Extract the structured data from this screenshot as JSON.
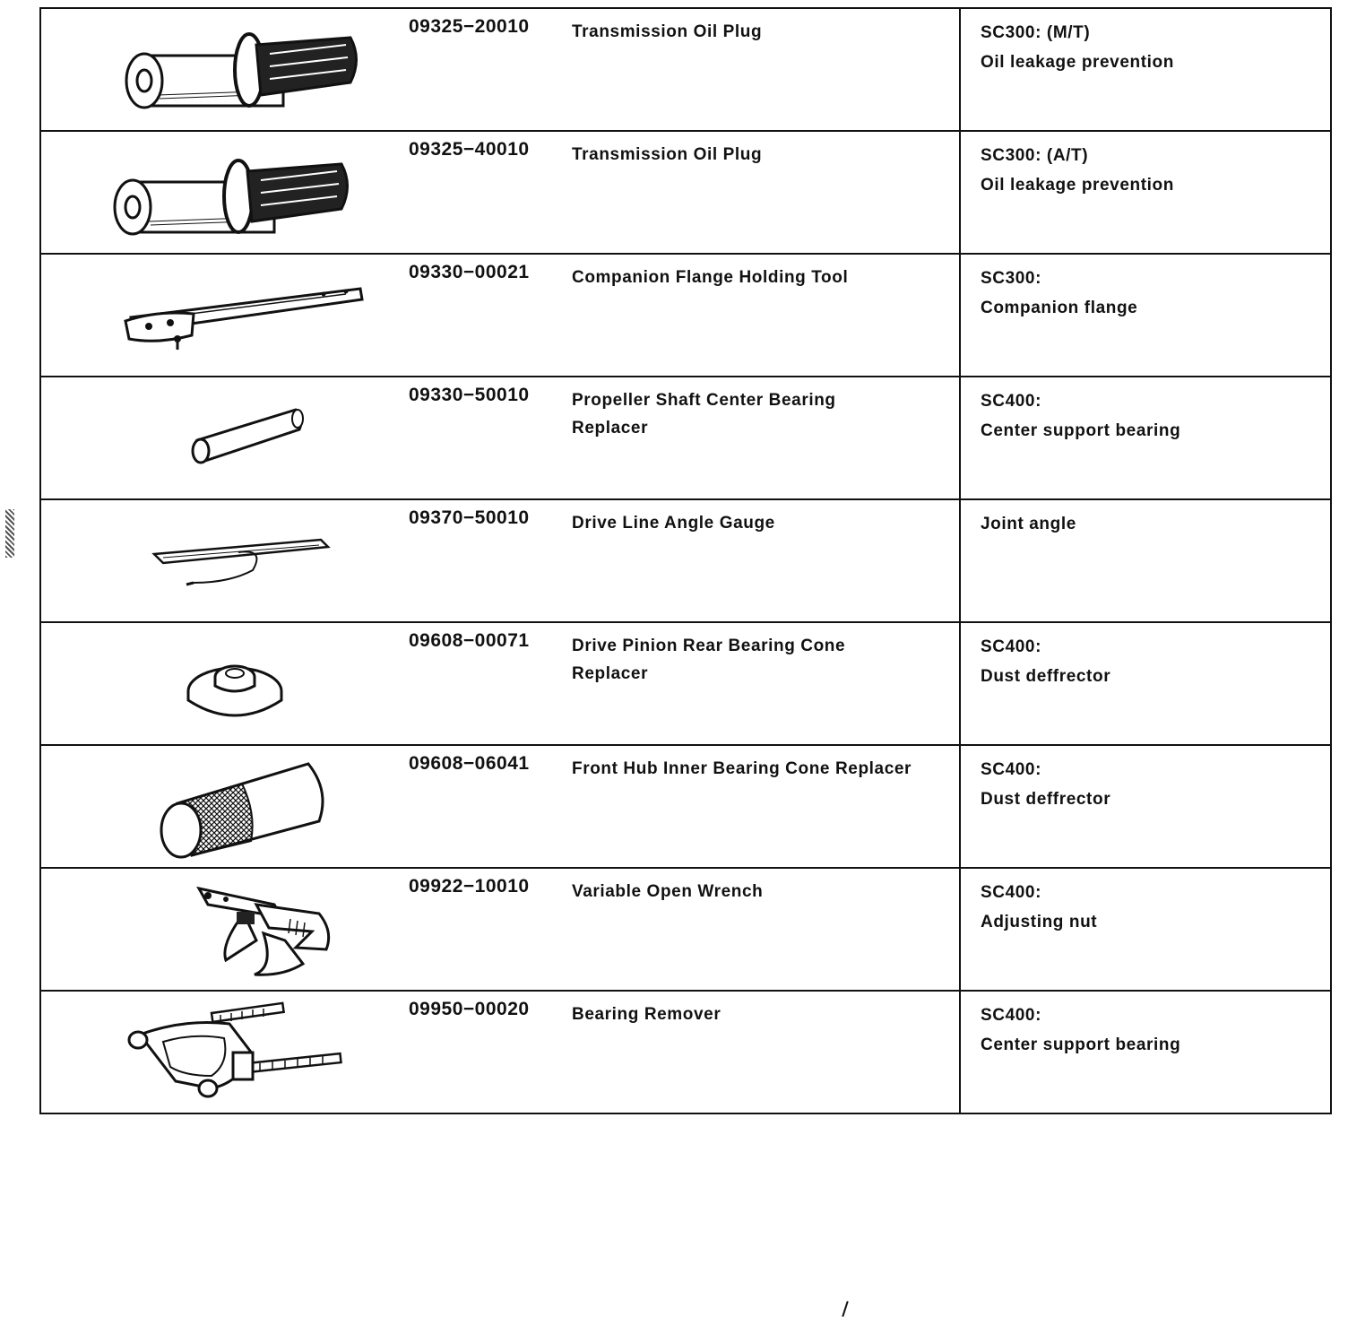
{
  "tools": [
    {
      "part_no": "09325−20010",
      "name": "Transmission Oil Plug",
      "usage": [
        "SC300: (M/T)",
        "Oil leakage prevention"
      ],
      "icon": "oil-plug-icon"
    },
    {
      "part_no": "09325−40010",
      "name": "Transmission Oil Plug",
      "usage": [
        "SC300: (A/T)",
        "Oil leakage prevention"
      ],
      "icon": "oil-plug-icon"
    },
    {
      "part_no": "09330−00021",
      "name": "Companion Flange Holding Tool",
      "usage": [
        "SC300:",
        "Companion flange"
      ],
      "icon": "flange-holding-tool-icon"
    },
    {
      "part_no": "09330−50010",
      "name": "Propeller Shaft Center Bearing Replacer",
      "usage": [
        "SC400:",
        "Center support bearing"
      ],
      "icon": "bearing-replacer-tube-icon"
    },
    {
      "part_no": "09370−50010",
      "name": "Drive Line Angle Gauge",
      "usage": [
        "Joint angle"
      ],
      "icon": "angle-gauge-icon"
    },
    {
      "part_no": "09608−00071",
      "name": "Drive Pinion Rear Bearing Cone Replacer",
      "usage": [
        "SC400:",
        "Dust deffrector"
      ],
      "icon": "bearing-cone-disc-icon"
    },
    {
      "part_no": "09608−06041",
      "name": "Front Hub Inner Bearing Cone Replacer",
      "usage": [
        "SC400:",
        "Dust deffrector"
      ],
      "icon": "knurled-cylinder-icon"
    },
    {
      "part_no": "09922−10010",
      "name": "Variable Open Wrench",
      "usage": [
        "SC400:",
        "Adjusting nut"
      ],
      "icon": "adjustable-wrench-icon"
    },
    {
      "part_no": "09950−00020",
      "name": "Bearing Remover",
      "usage": [
        "SC400:",
        "Center support bearing"
      ],
      "icon": "bearing-remover-icon"
    }
  ]
}
